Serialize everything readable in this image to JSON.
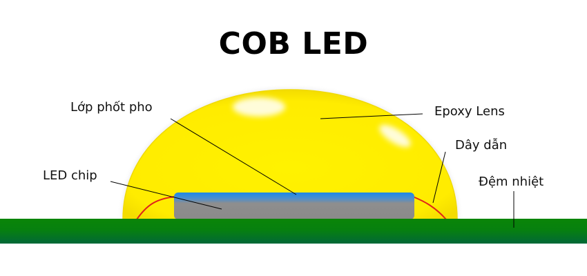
{
  "diagram": {
    "title": "COB LED",
    "labels": {
      "phosphor_layer": "Lớp phốt pho",
      "epoxy_lens": "Epoxy Lens",
      "wire": "Dây dẫn",
      "led_chip": "LED chip",
      "thermal_pad": "Đệm nhiệt"
    },
    "colors": {
      "lens_yellow": "#ffec00",
      "lens_edge": "#f2dc00",
      "phosphor_blue": "#1e88e5",
      "chip_gray": "#8c8c8c",
      "wire_red": "#e0231a",
      "pad_green_top": "#0a8508",
      "pad_green_bottom": "#036a3a",
      "leader_line": "#000000"
    }
  }
}
